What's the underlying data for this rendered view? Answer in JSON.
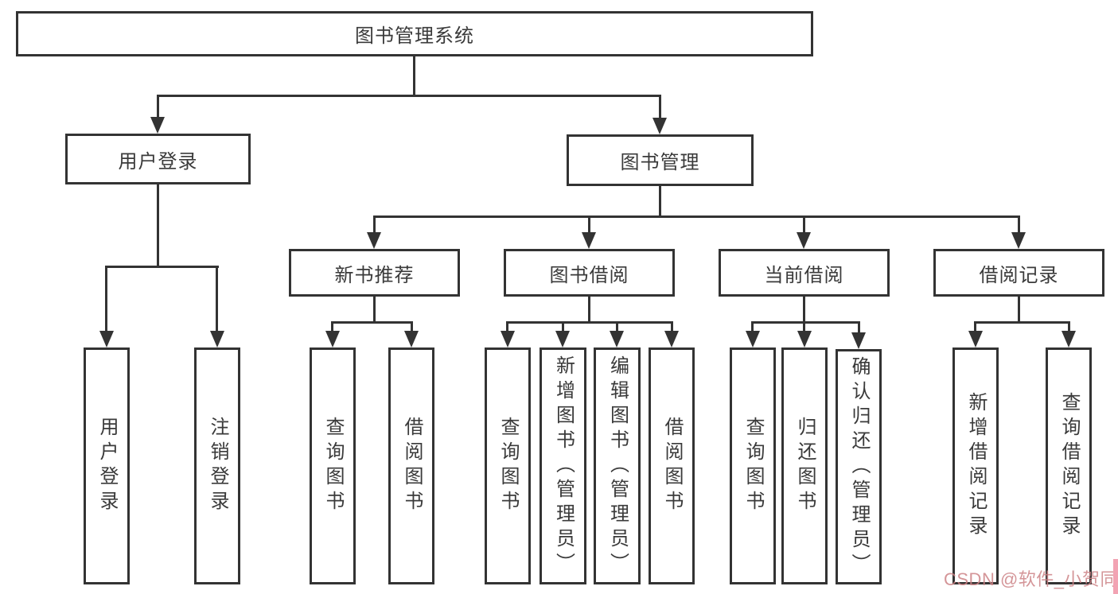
{
  "tree": {
    "label": "图书管理系统",
    "children": [
      {
        "label": "用户登录",
        "children": [
          {
            "label": "用户登录"
          },
          {
            "label": "注销登录"
          }
        ]
      },
      {
        "label": "图书管理",
        "children": [
          {
            "label": "新书推荐",
            "children": [
              {
                "label": "查询图书"
              },
              {
                "label": "借阅图书"
              }
            ]
          },
          {
            "label": "图书借阅",
            "children": [
              {
                "label": "查询图书"
              },
              {
                "label": "新增图书（管理员）"
              },
              {
                "label": "编辑图书（管理员）"
              },
              {
                "label": "借阅图书"
              }
            ]
          },
          {
            "label": "当前借阅",
            "children": [
              {
                "label": "查询图书"
              },
              {
                "label": "归还图书"
              },
              {
                "label": "确认归还（管理员）"
              }
            ]
          },
          {
            "label": "借阅记录",
            "children": [
              {
                "label": "新增借阅记录"
              },
              {
                "label": "查询借阅记录"
              }
            ]
          }
        ]
      }
    ]
  },
  "colors": {
    "line": "#333333",
    "box_background": "#ffffff",
    "text": "#3a3a3a"
  },
  "watermark": {
    "text": "CSDN @软件_小贺同学",
    "color": "#cc8286",
    "accent_color": "#f2a3b3"
  }
}
